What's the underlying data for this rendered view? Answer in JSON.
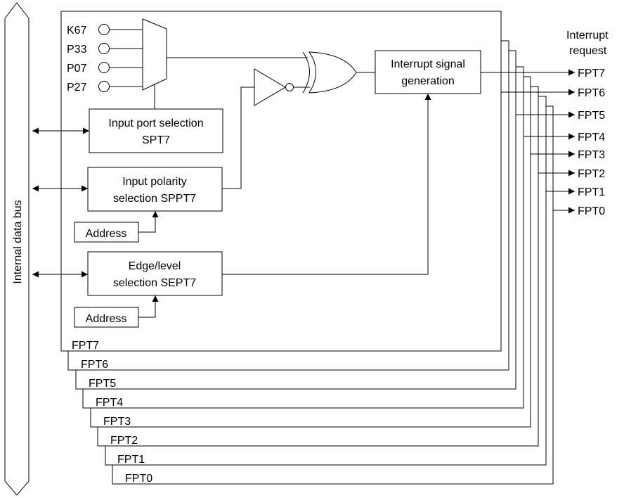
{
  "bus_label": "Internal data bus",
  "inputs": [
    "K67",
    "P33",
    "P07",
    "P27"
  ],
  "blocks": {
    "input_port": [
      "Input port selection",
      "SPT7"
    ],
    "input_polarity": [
      "Input polarity",
      "selection SPPT7"
    ],
    "edge_level": [
      "Edge/level",
      "selection SEPT7"
    ],
    "interrupt_gen": [
      "Interrupt signal",
      "generation"
    ],
    "address_1": "Address",
    "address_2": "Address"
  },
  "output_heading": [
    "Interrupt",
    "request"
  ],
  "outputs": [
    "FPT7",
    "FPT6",
    "FPT5",
    "FPT4",
    "FPT3",
    "FPT2",
    "FPT1",
    "FPT0"
  ],
  "stack_labels": [
    "FPT7",
    "FPT6",
    "FPT5",
    "FPT4",
    "FPT3",
    "FPT2",
    "FPT1",
    "FPT0"
  ]
}
